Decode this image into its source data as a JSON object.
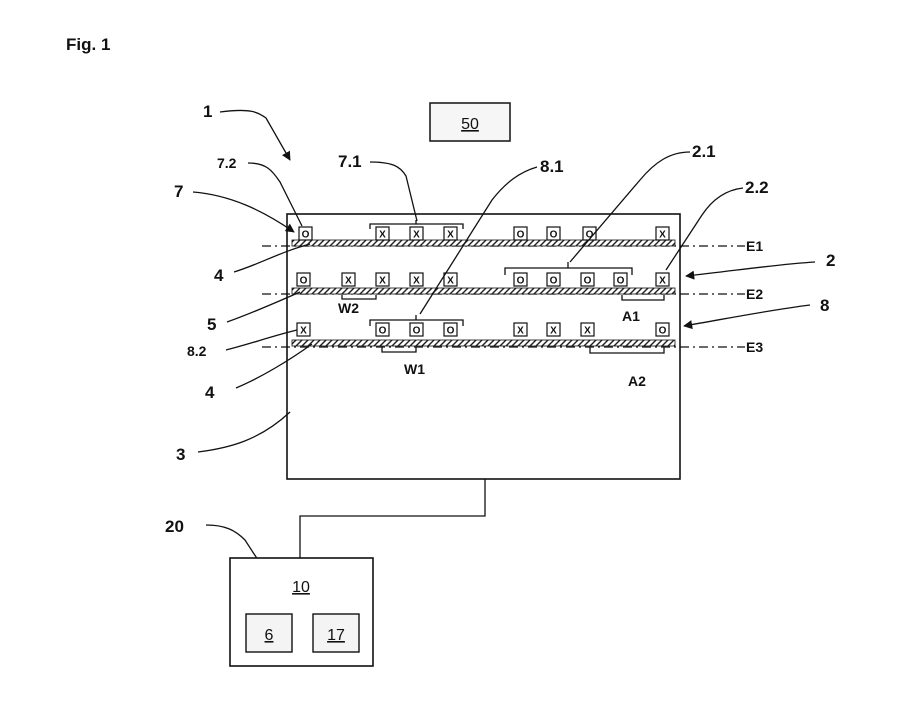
{
  "figure_title": "Fig. 1",
  "boxes": {
    "controller_50": "50",
    "unit_10": "10",
    "sub_6": "6",
    "sub_17": "17"
  },
  "labels": {
    "l1": "1",
    "l7_2": "7.2",
    "l7_1": "7.1",
    "l7": "7",
    "l8_1": "8.1",
    "l2_1": "2.1",
    "l2_2": "2.2",
    "l4_top": "4",
    "l2": "2",
    "l5": "5",
    "l8": "8",
    "l8_2": "8.2",
    "l4_bottom": "4",
    "l3": "3",
    "l20": "20",
    "e1": "E1",
    "e2": "E2",
    "e3": "E3",
    "w1": "W1",
    "w2": "W2",
    "a1": "A1",
    "a2": "A2"
  },
  "rows": {
    "row1": [
      "O",
      "X",
      "X",
      "X",
      "O",
      "O",
      "O",
      "X"
    ],
    "row2": [
      "O",
      "X",
      "X",
      "X",
      "X",
      "O",
      "O",
      "O",
      "O",
      "X"
    ],
    "row3": [
      "X",
      "O",
      "O",
      "O",
      "X",
      "X",
      "X",
      "O"
    ]
  },
  "colors": {
    "ink": "#111111",
    "box_fill": "#f2f2f2"
  }
}
